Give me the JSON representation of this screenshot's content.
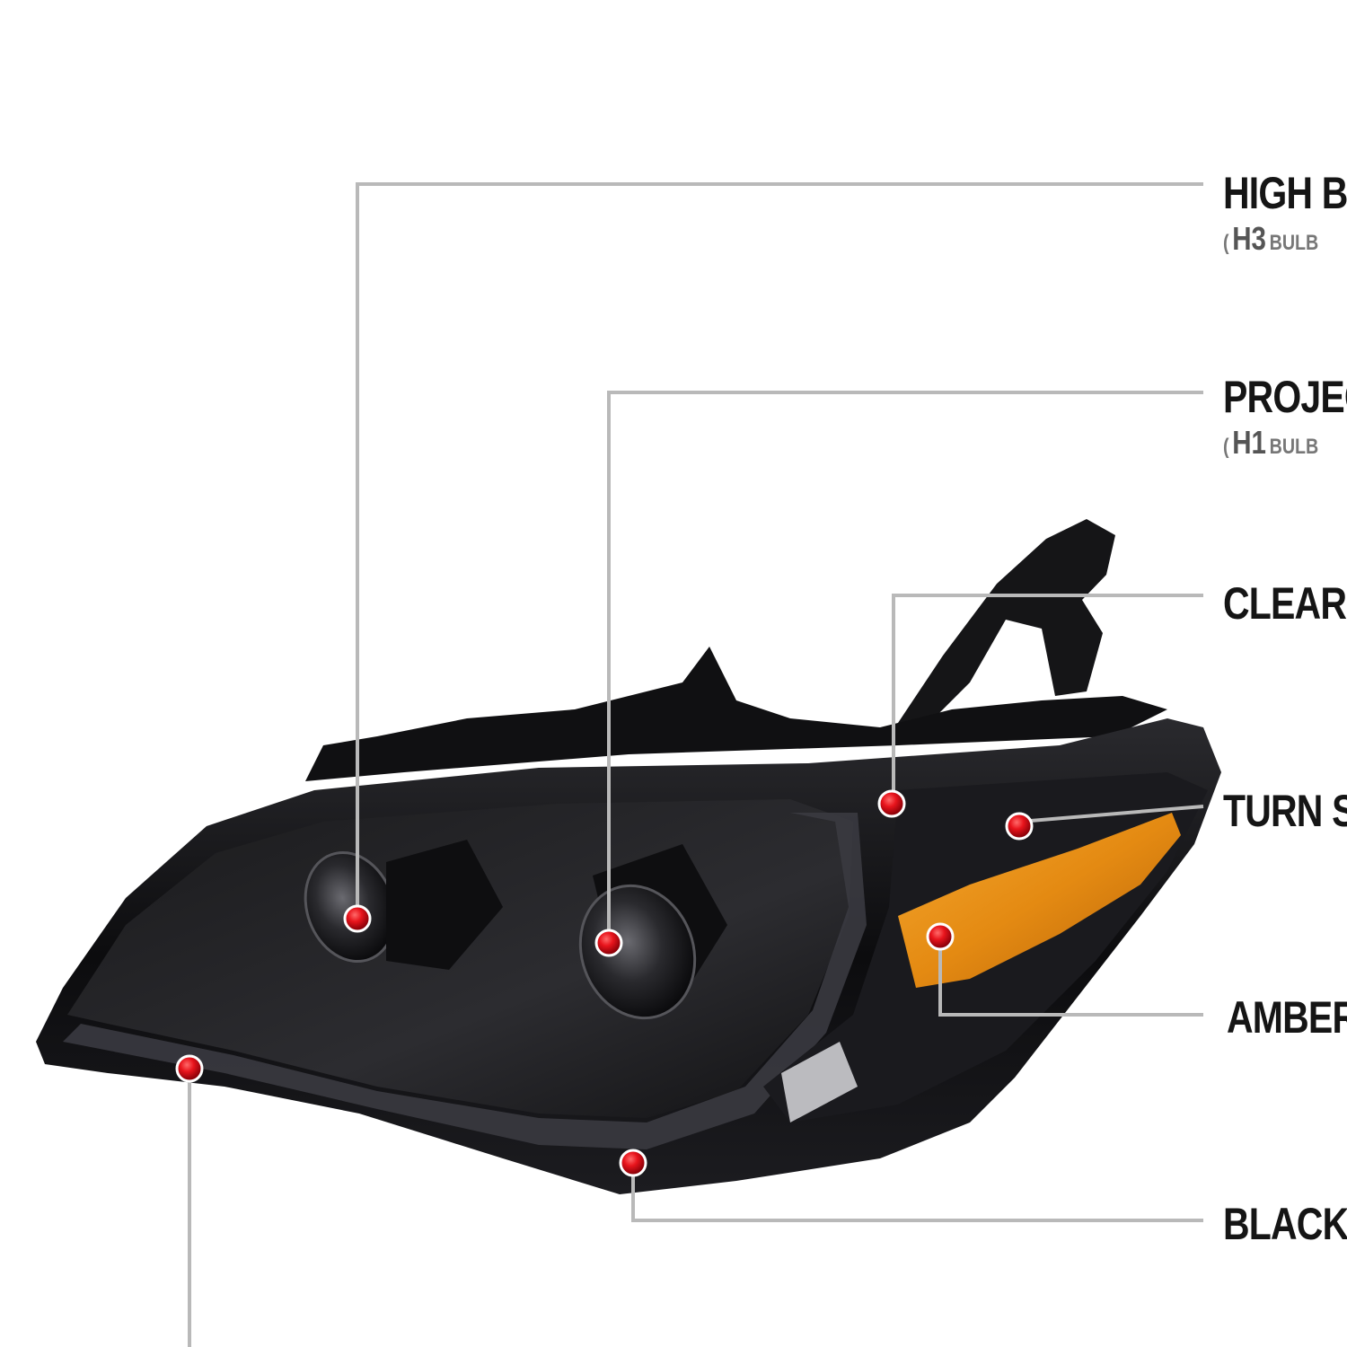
{
  "callouts": {
    "high_beam": {
      "title": "HIGH B",
      "sub_open": "(",
      "sub_code": "H3",
      "sub_word": "BULB"
    },
    "projector": {
      "title": "PROJEC",
      "sub_open": "(",
      "sub_code": "H1",
      "sub_word": "BULB"
    },
    "clear_lens": {
      "title": "CLEAR L"
    },
    "turn_signal": {
      "title": "TURN S"
    },
    "amber": {
      "title": "AMBER"
    },
    "black": {
      "title": "BLACK"
    }
  },
  "colors": {
    "leader_line": "#b9b9b9",
    "marker_red": "#e8141c",
    "housing": "#0c0c0e",
    "amber_lens": "#e48a12"
  }
}
